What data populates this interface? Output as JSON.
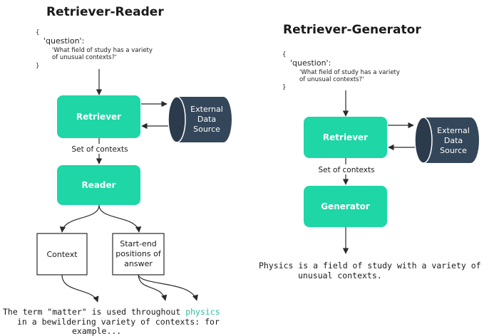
{
  "colors": {
    "node": "#1ed6a6",
    "db": "#34465a",
    "highlight": "#2bbfa4"
  },
  "left": {
    "title": "Retriever-Reader",
    "input": {
      "open": "{",
      "key": "'question':",
      "line1": "'What field of study has a variety",
      "line2": "of unusual contexts?'",
      "close": "}"
    },
    "retriever": "Retriever",
    "db": {
      "line1": "External",
      "line2": "Data",
      "line3": "Source"
    },
    "edge_label": "Set of contexts",
    "reader": "Reader",
    "context_box": "Context",
    "positions_box": {
      "line1": "Start-end",
      "line2": "positions of",
      "line3": "answer"
    },
    "output": {
      "line1_pre": "The term \"matter\" is used throughout ",
      "line1_hl": "physics",
      "line2": "in a bewildering variety of contexts: for",
      "line3": "example..."
    }
  },
  "right": {
    "title": "Retriever-Generator",
    "input": {
      "open": "{",
      "key": "'question':",
      "line1": "'What field of study has a variety",
      "line2": "of unusual contexts?'",
      "close": "}"
    },
    "retriever": "Retriever",
    "db": {
      "line1": "External",
      "line2": "Data",
      "line3": "Source"
    },
    "edge_label": "Set of contexts",
    "generator": "Generator",
    "output": {
      "line1": "Physics is a field of study with a variety of",
      "line2": "unusual contexts."
    }
  }
}
